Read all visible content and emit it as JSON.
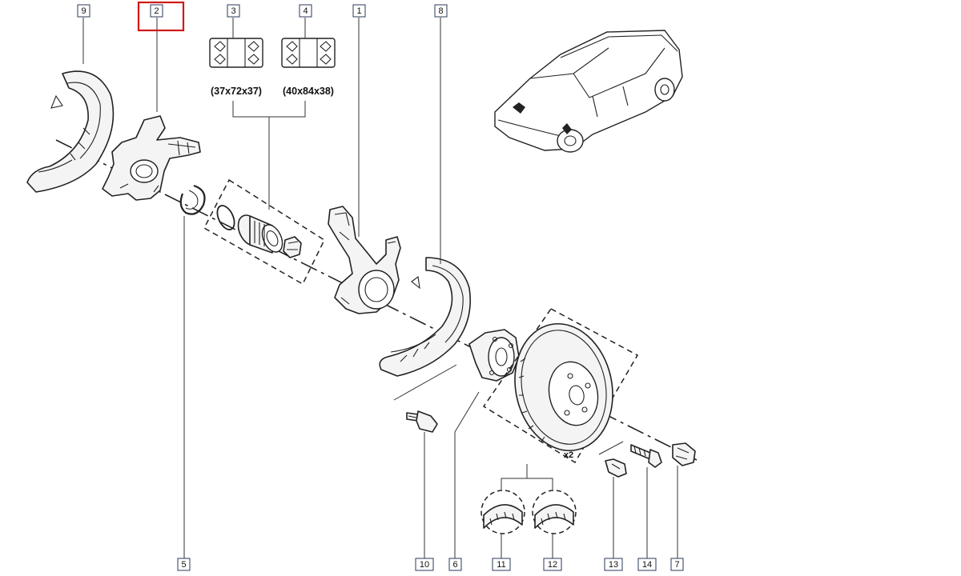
{
  "callouts": [
    {
      "id": "c9",
      "label": "9"
    },
    {
      "id": "c2",
      "label": "2",
      "highlighted": true
    },
    {
      "id": "c3",
      "label": "3"
    },
    {
      "id": "c4",
      "label": "4"
    },
    {
      "id": "c1",
      "label": "1"
    },
    {
      "id": "c8",
      "label": "8"
    },
    {
      "id": "c5",
      "label": "5"
    },
    {
      "id": "c10",
      "label": "10"
    },
    {
      "id": "c6",
      "label": "6"
    },
    {
      "id": "c11",
      "label": "11"
    },
    {
      "id": "c12",
      "label": "12"
    },
    {
      "id": "c13",
      "label": "13"
    },
    {
      "id": "c14",
      "label": "14"
    },
    {
      "id": "c7",
      "label": "7"
    }
  ],
  "bearing_dimensions": {
    "small": "(37x72x37)",
    "large": "(40x84x38)"
  },
  "disc_quantity": "x2",
  "colors": {
    "highlight": "#d01818",
    "callout_border": "#2a3a5a",
    "line": "#222222"
  }
}
